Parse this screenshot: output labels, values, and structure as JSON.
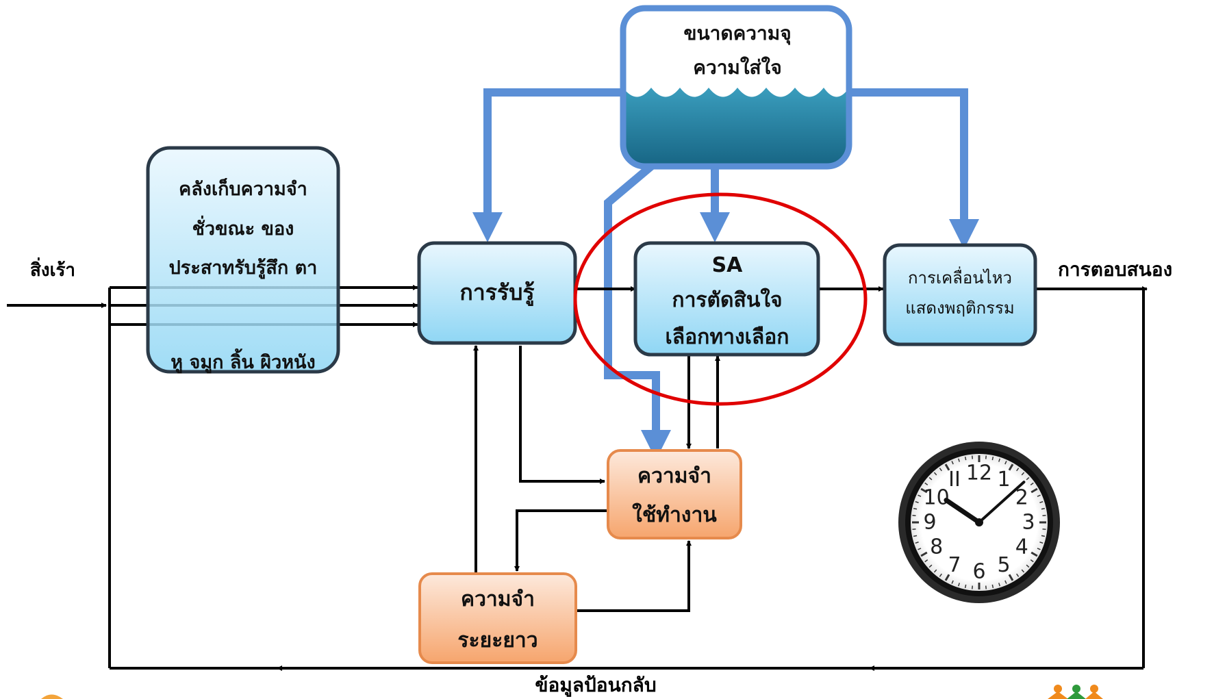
{
  "labels": {
    "stimulus": "สิ่งเร้า",
    "response": "การตอบสนอง",
    "feedback": "ข้อมูลป้อนกลับ"
  },
  "boxes": {
    "attention": {
      "line1": "ขนาดความจุ",
      "line2": "ความใส่ใจ"
    },
    "sensory_store": {
      "line1": "คลังเก็บความจำ",
      "line2": "ชั่วขณะ ของ",
      "line3": "ประสาทรับรู้สึก ตา",
      "line4": "หู จมูก ลิ้น ผิวหนัง"
    },
    "perception": {
      "label": "การรับรู้"
    },
    "decision": {
      "line1": "SA",
      "line2": "การตัดสินใจ",
      "line3": "เลือกทางเลือก"
    },
    "response_execution": {
      "line1": "การเคลื่อนไหว",
      "line2": "แสดงพฤติกรรม"
    },
    "working_memory": {
      "line1": "ความจำ",
      "line2": "ใช้ทำงาน"
    },
    "long_term_memory": {
      "line1": "ความจำ",
      "line2": "ระยะยาว"
    }
  },
  "clock": {
    "numerals": [
      "12",
      "1",
      "2",
      "3",
      "4",
      "5",
      "6",
      "7",
      "8",
      "9",
      "10",
      "II"
    ],
    "time": "10:08"
  },
  "colors": {
    "blue_arrow": "#5b8fd6",
    "highlight_circle": "#e00000",
    "blue_box_top": "#e9f7fe",
    "blue_box_bottom": "#8fd6f4",
    "orange_box_top": "#fde9dc",
    "orange_box_bottom": "#f6a56d",
    "water": "#1f6f8e"
  }
}
